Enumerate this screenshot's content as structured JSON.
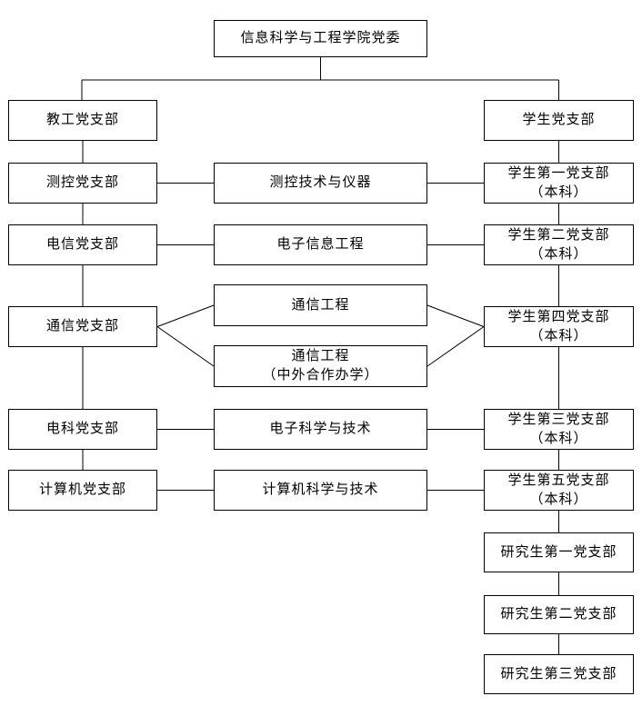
{
  "colors": {
    "background": "#ffffff",
    "line": "#000000",
    "text": "#000000",
    "box_border": "#000000",
    "box_background": "#ffffff"
  },
  "diagram": {
    "root": {
      "id": "root",
      "label": "信息科学与工程学院党委"
    },
    "faculty_branch": {
      "id": "faculty",
      "label": "教工党支部"
    },
    "student_branch": {
      "id": "student",
      "label": "学生党支部"
    },
    "faculty_sub_branches": [
      {
        "id": "fsb0",
        "label": "测控党支部"
      },
      {
        "id": "fsb1",
        "label": "电信党支部"
      },
      {
        "id": "fsb2",
        "label": "通信党支部"
      },
      {
        "id": "fsb3",
        "label": "电科党支部"
      },
      {
        "id": "fsb4",
        "label": "计算机党支部"
      }
    ],
    "majors": [
      {
        "id": "major0",
        "label": "测控技术与仪器"
      },
      {
        "id": "major1",
        "label": "电子信息工程"
      },
      {
        "id": "major2",
        "label": "通信工程"
      },
      {
        "id": "major3",
        "label": "通信工程\n（中外合作办学）"
      },
      {
        "id": "major4",
        "label": "电子科学与技术"
      },
      {
        "id": "major5",
        "label": "计算机科学与技术"
      }
    ],
    "student_sub_branches": [
      {
        "id": "ssb0",
        "label": "学生第一党支部\n（本科）"
      },
      {
        "id": "ssb1",
        "label": "学生第二党支部\n（本科）"
      },
      {
        "id": "ssb2",
        "label": "学生第四党支部\n（本科）"
      },
      {
        "id": "ssb3",
        "label": "学生第三党支部\n（本科）"
      },
      {
        "id": "ssb4",
        "label": "学生第五党支部\n（本科）"
      },
      {
        "id": "ssb5",
        "label": "研究生第一党支部"
      },
      {
        "id": "ssb6",
        "label": "研究生第二党支部"
      },
      {
        "id": "ssb7",
        "label": "研究生第三党支部"
      }
    ],
    "edges": [
      [
        "root",
        "faculty"
      ],
      [
        "root",
        "student"
      ],
      [
        "faculty",
        "fsb0"
      ],
      [
        "fsb0",
        "fsb1"
      ],
      [
        "fsb1",
        "fsb2"
      ],
      [
        "fsb2",
        "fsb3"
      ],
      [
        "fsb3",
        "fsb4"
      ],
      [
        "student",
        "ssb0"
      ],
      [
        "ssb0",
        "ssb1"
      ],
      [
        "ssb1",
        "ssb2"
      ],
      [
        "ssb2",
        "ssb3"
      ],
      [
        "ssb3",
        "ssb4"
      ],
      [
        "ssb4",
        "ssb5"
      ],
      [
        "ssb5",
        "ssb6"
      ],
      [
        "ssb6",
        "ssb7"
      ],
      [
        "fsb0",
        "major0"
      ],
      [
        "major0",
        "ssb0"
      ],
      [
        "fsb1",
        "major1"
      ],
      [
        "major1",
        "ssb1"
      ],
      [
        "fsb2",
        "major2"
      ],
      [
        "major2",
        "ssb2"
      ],
      [
        "fsb2",
        "major3"
      ],
      [
        "major3",
        "ssb2"
      ],
      [
        "fsb3",
        "major4"
      ],
      [
        "major4",
        "ssb3"
      ],
      [
        "fsb4",
        "major5"
      ],
      [
        "major5",
        "ssb4"
      ]
    ]
  }
}
